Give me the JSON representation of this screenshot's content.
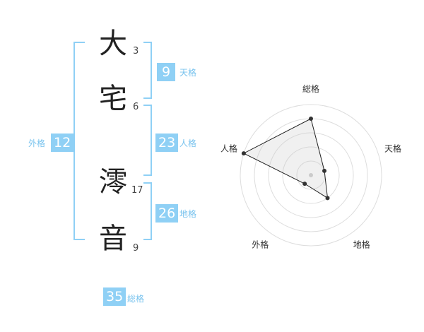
{
  "name_chars": [
    {
      "char": "大",
      "strokes": "3"
    },
    {
      "char": "宅",
      "strokes": "6"
    },
    {
      "char": "澪",
      "strokes": "17"
    },
    {
      "char": "音",
      "strokes": "9"
    }
  ],
  "fortunes": {
    "tenkaku": {
      "value": "9",
      "label": "天格"
    },
    "jinkaku": {
      "value": "23",
      "label": "人格"
    },
    "chikaku": {
      "value": "26",
      "label": "地格"
    },
    "gaikaku": {
      "value": "12",
      "label": "外格"
    },
    "soukaku": {
      "value": "35",
      "label": "総格"
    }
  },
  "radar": {
    "axes": [
      "総格",
      "天格",
      "地格",
      "外格",
      "人格"
    ],
    "levels": 5,
    "values": [
      4,
      1,
      2,
      0.75,
      5
    ],
    "max": 5
  },
  "colors": {
    "accent": "#8fd0f5",
    "label_accent": "#79c3ee"
  }
}
